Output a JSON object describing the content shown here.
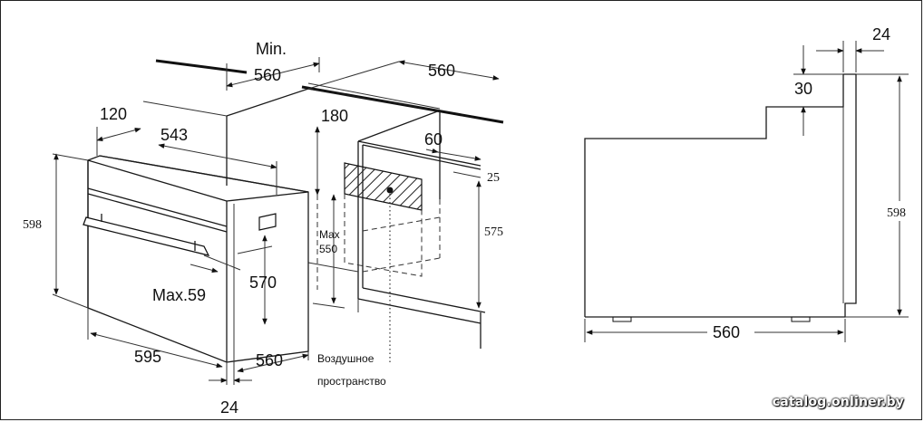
{
  "left_drawing": {
    "labels": {
      "min": "Min.",
      "min_width": "560",
      "niche_width": "560",
      "offset_left": "120",
      "depth_inner": "543",
      "gap_top": "180",
      "vent_depth": "60",
      "vent_gap": "25",
      "oven_height": "598",
      "niche_height": "575",
      "max_label": "Max",
      "max_value": "550",
      "inner_height": "570",
      "handle_max": "Max.59",
      "oven_width": "595",
      "oven_depth": "560",
      "front_offset": "24",
      "air_space_line1": "Воздушное",
      "air_space_line2": "пространство"
    }
  },
  "right_drawing": {
    "labels": {
      "panel_thickness": "24",
      "step_height": "30",
      "total_height": "598",
      "depth": "560"
    }
  },
  "watermark": "catalog.onliner.by"
}
